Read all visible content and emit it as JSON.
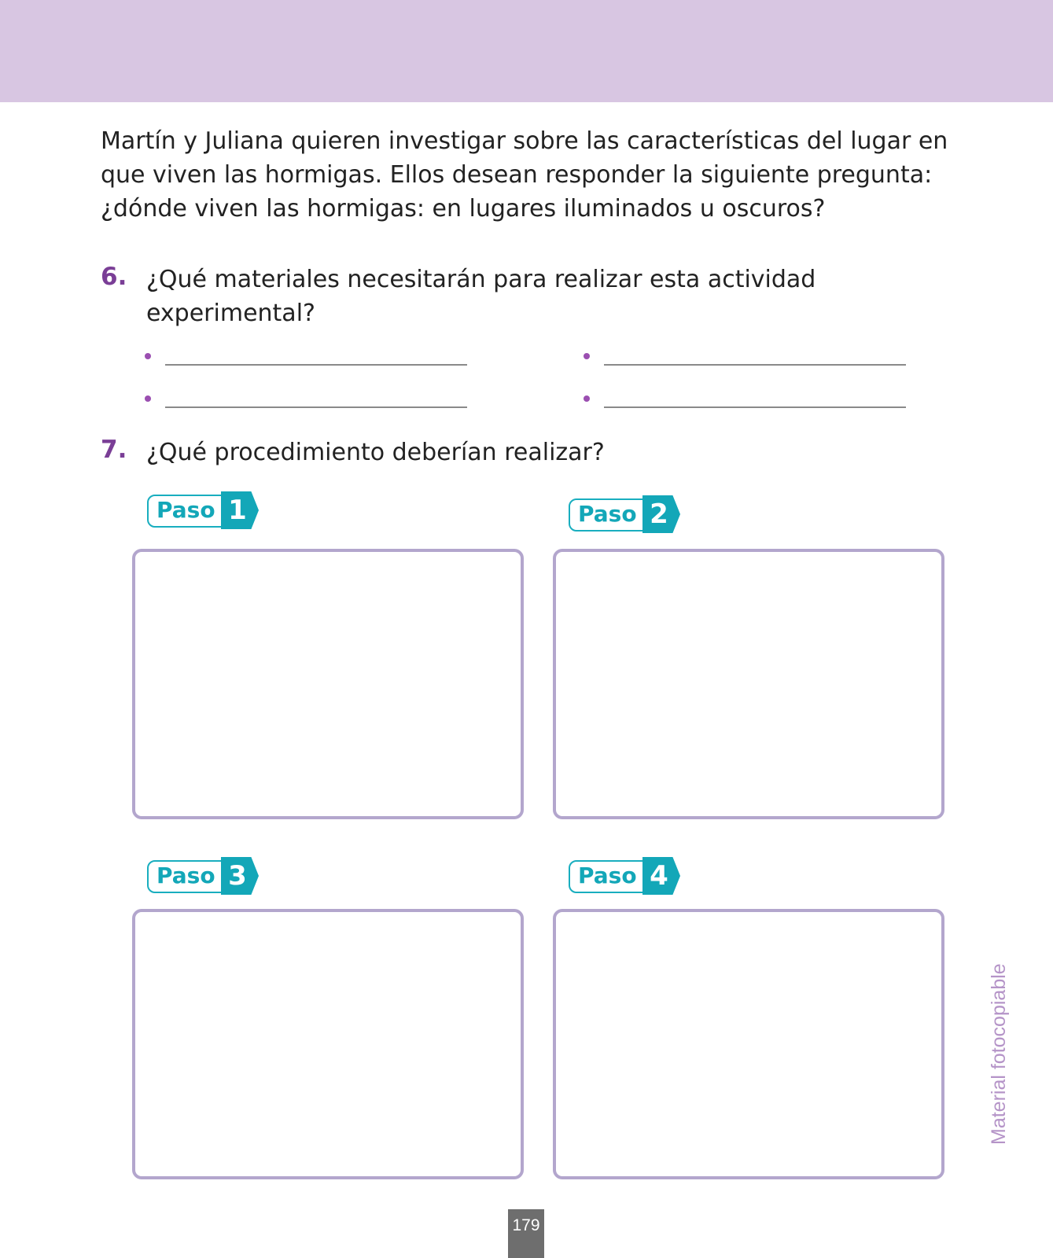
{
  "intro": {
    "lines": [
      "Martín y Juliana quieren investigar sobre las características del lugar en",
      "que viven las hormigas. Ellos desean responder la siguiente pregunta:",
      "¿dónde viven las hormigas: en lugares iluminados u oscuros?"
    ]
  },
  "question6": {
    "number": "6.",
    "lines": [
      "¿Qué materiales necesitarán para realizar esta actividad",
      "experimental?"
    ]
  },
  "question7": {
    "number": "7.",
    "text": "¿Qué procedimiento deberían realizar?"
  },
  "steps": [
    {
      "label": "Paso",
      "number": "1"
    },
    {
      "label": "Paso",
      "number": "2"
    },
    {
      "label": "Paso",
      "number": "3"
    },
    {
      "label": "Paso",
      "number": "4"
    }
  ],
  "side_note": "Material fotocopiable",
  "page_number": "179",
  "colors": {
    "header_band": "#d8c6e2",
    "question_number": "#7a3e96",
    "step_accent": "#13a7b8",
    "box_border": "#b3a6cd"
  }
}
